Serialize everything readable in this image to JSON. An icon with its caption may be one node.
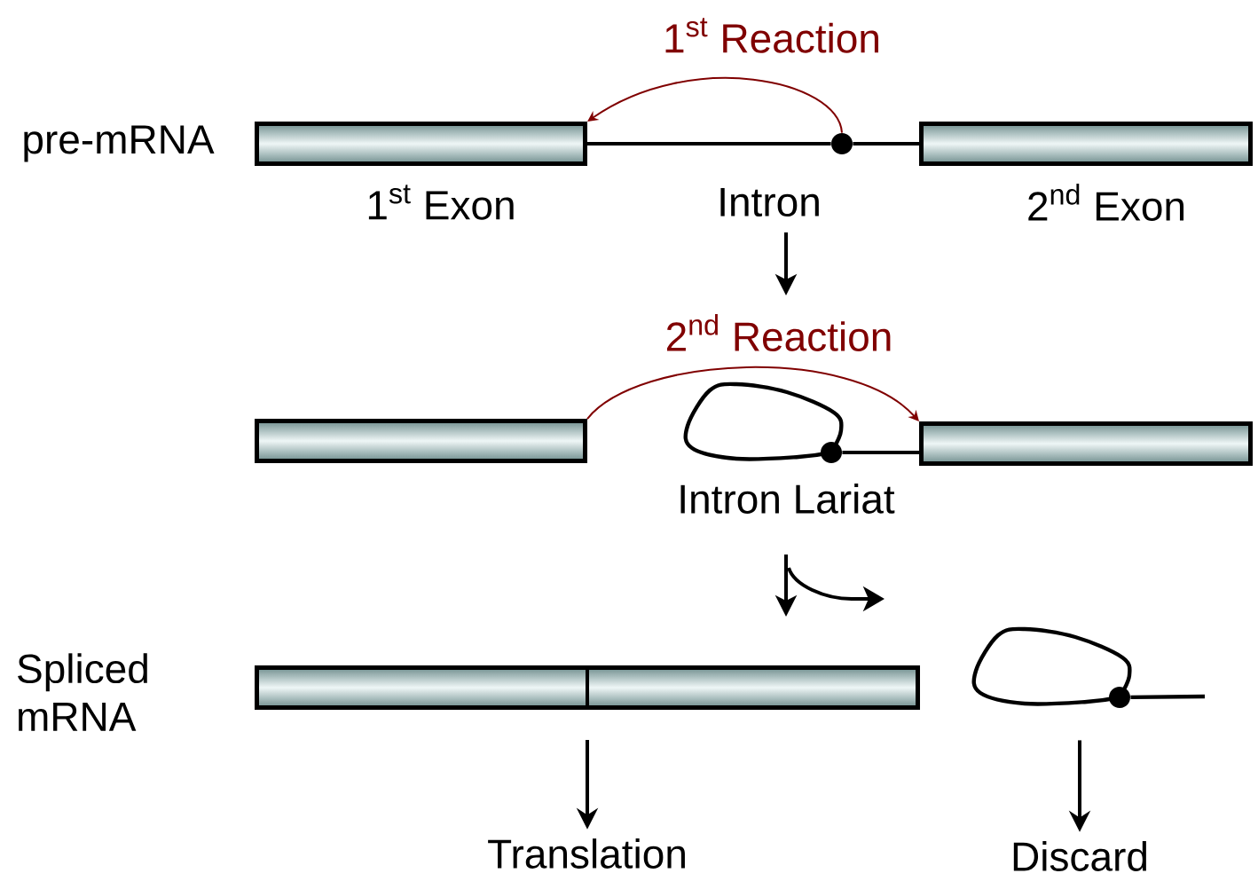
{
  "diagram": {
    "nodes": [
      {
        "text": [],
        "shape": "bar",
        "beside": [
          "1$^{st}$ Exon"
        ]
      },
      {
        "text": [],
        "shape": "bar",
        "beside": [
          "2$^{nd}$ Exon"
        ]
      },
      {
        "text": [],
        "shape": "circle"
      },
      {
        "text": [],
        "shape": "bar"
      },
      {
        "text": [],
        "shape": "loop",
        "beside": [
          "Intron Lariat"
        ]
      },
      {
        "text": [],
        "shape": "bar"
      },
      {
        "text": [],
        "shape": "bar"
      },
      {
        "text": [],
        "shape": "loop"
      },
      {
        "text": [
          "Translation"
        ]
      },
      {
        "text": [
          "Discard"
        ]
      }
    ],
    "edges": [
      {
        "from": 0,
        "to": 2,
        "arrow": "none"
      },
      {
        "from": 2,
        "to": 1,
        "arrow": "none"
      },
      {
        "from": 2,
        "to": 0,
        "arrow": "to",
        "label": "1$^{st}$ Reaction",
        "color": "#800000"
      },
      {
        "from": 4,
        "to": 5,
        "arrow": "none"
      },
      {
        "from": 3,
        "to": 5,
        "arrow": "to",
        "label": "2$^{nd}$ Reaction",
        "color": "#800000"
      },
      {
        "from": 6,
        "to": 8,
        "arrow": "to"
      },
      {
        "from": 7,
        "to": 9,
        "arrow": "to"
      }
    ],
    "labels": [
      "pre-mRNA",
      "Intron",
      "Spliced mRNA"
    ]
  }
}
